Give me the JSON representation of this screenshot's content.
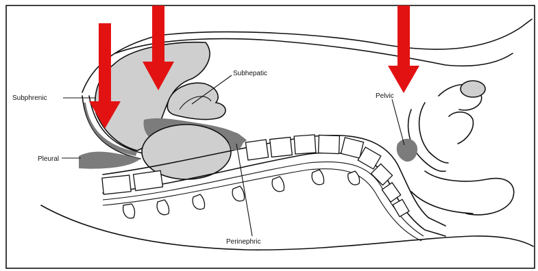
{
  "labels": {
    "subphrenic": "Subphrenic",
    "subhepatic": "Subhepatic",
    "pleural": "Pleural",
    "pelvic": "Pelvic",
    "perinephric": "Perinephric"
  },
  "colors": {
    "arrow": "#e31212",
    "fluid_shading": "#7c7c7c",
    "organ_fill": "#cfcfcf",
    "line": "#111111",
    "frame": "#000000"
  },
  "arrows": {
    "count": 3,
    "direction": "down"
  }
}
